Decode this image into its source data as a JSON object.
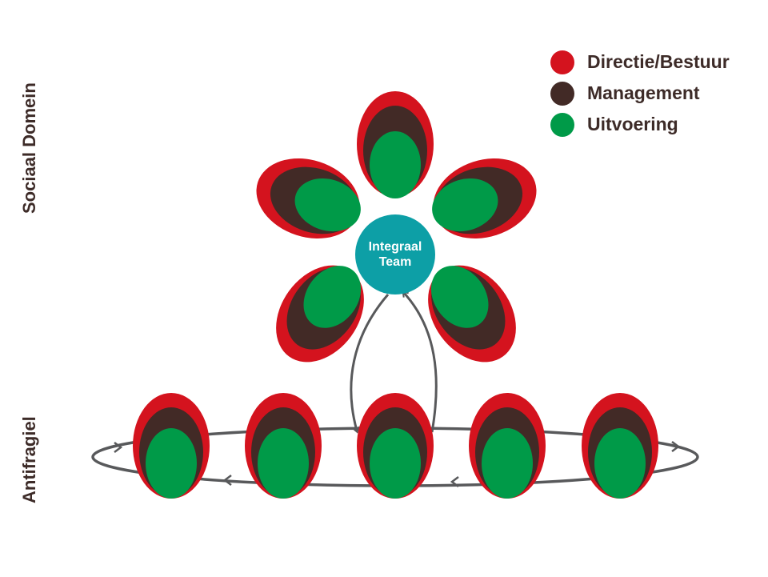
{
  "labels": {
    "top_side": "Sociaal Domein",
    "bottom_side": "Antifragiel",
    "center_line1": "Integraal",
    "center_line2": "Team"
  },
  "legend": [
    {
      "label": "Directie/Bestuur",
      "color": "#d4131e"
    },
    {
      "label": "Management",
      "color": "#422a26"
    },
    {
      "label": "Uitvoering",
      "color": "#009a48"
    }
  ],
  "colors": {
    "center": "#0d9fa6",
    "arrows": "#58595b"
  }
}
